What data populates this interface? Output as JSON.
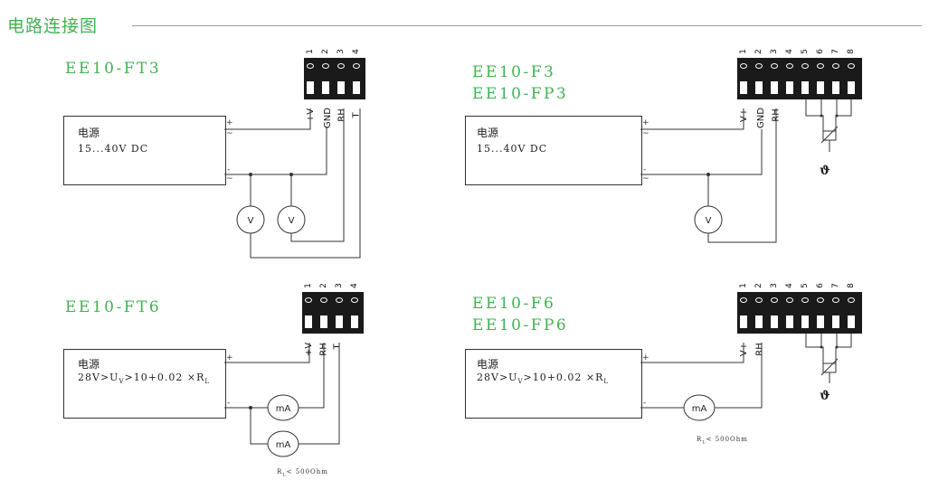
{
  "page": {
    "title": "电路连接图"
  },
  "panels": {
    "ft3": {
      "model_lines": [
        "EE10-FT3"
      ],
      "pins": [
        "1",
        "2",
        "3",
        "4"
      ],
      "signals": [
        "+V",
        "GND",
        "RH",
        "T"
      ],
      "psu_label": "电源",
      "psu_spec": "15...40V DC",
      "meters": [
        "V",
        "V"
      ]
    },
    "f3": {
      "model_lines": [
        "EE10-F3",
        "EE10-FP3"
      ],
      "pins": [
        "1",
        "2",
        "3",
        "4",
        "5",
        "6",
        "7",
        "8"
      ],
      "signals": [
        "V+",
        "GND",
        "RH"
      ],
      "psu_label": "电源",
      "psu_spec": "15...40V DC",
      "meters": [
        "V"
      ],
      "sensor_symbol": "ϑ"
    },
    "ft6": {
      "model_lines": [
        "EE10-FT6"
      ],
      "pins": [
        "1",
        "2",
        "3",
        "4"
      ],
      "signals": [
        "+V",
        "RH",
        "T"
      ],
      "psu_label": "电源",
      "psu_spec_main": "28V>U",
      "psu_spec_sub": "V",
      "psu_spec_mid": ">10+0.02 ×R",
      "psu_spec_sub2": "L",
      "meters": [
        "mA",
        "mA"
      ],
      "load_note_main": "R",
      "load_note_sub": "L",
      "load_note_rest": "< 500Ohm"
    },
    "f6": {
      "model_lines": [
        "EE10-F6",
        "EE10-FP6"
      ],
      "pins": [
        "1",
        "2",
        "3",
        "4",
        "5",
        "6",
        "7",
        "8"
      ],
      "signals": [
        "V+",
        "RH"
      ],
      "psu_label": "电源",
      "psu_spec_main": "28V>U",
      "psu_spec_sub": "V",
      "psu_spec_mid": ">10+0.02 ×R",
      "psu_spec_sub2": "L",
      "meters": [
        "mA"
      ],
      "sensor_symbol": "ϑ",
      "load_note_main": "R",
      "load_note_sub": "L",
      "load_note_rest": "< 500Ohm"
    }
  },
  "colors": {
    "accent": "#3fb34f",
    "line": "#333333",
    "terminal": "#1a1a1a"
  }
}
